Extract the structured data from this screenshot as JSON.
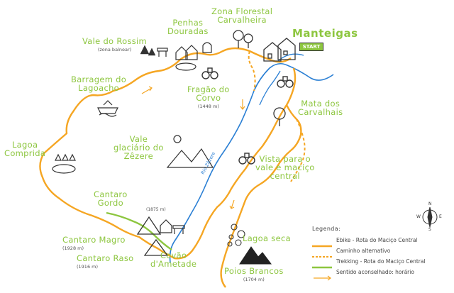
{
  "map": {
    "start_label": "Manteigas",
    "start_badge": "START",
    "river_label": "Rio Zêzere",
    "places": [
      {
        "id": "penhas",
        "name": "Penhas\nDouradas",
        "alt": ""
      },
      {
        "id": "zona-florestal",
        "name": "Zona Florestal\nCarvalheira",
        "alt": ""
      },
      {
        "id": "vale-rossim",
        "name": "Vale do Rossim",
        "alt": "(zona balnear)"
      },
      {
        "id": "barragem",
        "name": "Barragem do\nLagoacho",
        "alt": ""
      },
      {
        "id": "fragao",
        "name": "Fragão do\nCorvo",
        "alt": "(1448 m)"
      },
      {
        "id": "mata",
        "name": "Mata dos\nCarvalhais",
        "alt": ""
      },
      {
        "id": "vale-glaciario",
        "name": "Vale\nglaciário do\nZêzere",
        "alt": ""
      },
      {
        "id": "lagoa-comprida",
        "name": "Lagoa\nComprida",
        "alt": ""
      },
      {
        "id": "vista",
        "name": "Vista para o\nvale e maciço\ncentral",
        "alt": ""
      },
      {
        "id": "cantaro-gordo",
        "name": "Cantaro\nGordo",
        "alt": "(1875 m)"
      },
      {
        "id": "cantaro-magro",
        "name": "Cantaro Magro",
        "alt": "(1928 m)"
      },
      {
        "id": "cantaro-raso",
        "name": "Cantaro Raso",
        "alt": "(1916 m)"
      },
      {
        "id": "covao",
        "name": "Covão\nd'Ametade",
        "alt": ""
      },
      {
        "id": "lagoa-seca",
        "name": "Lagoa seca",
        "alt": ""
      },
      {
        "id": "poios",
        "name": "Poios Brancos",
        "alt": "(1704 m)"
      }
    ],
    "compass": {
      "n": "N",
      "s": "S",
      "e": "E",
      "w": "W"
    },
    "colors": {
      "route": "#f5a623",
      "alternative": "#f5a623",
      "trekking": "#8dc63f",
      "river": "#2a7fd4",
      "label": "#8dc63f"
    }
  },
  "legend": {
    "title": "Legenda:",
    "items": [
      {
        "kind": "ebike",
        "text": "Ebike - Rota do Maciço Central"
      },
      {
        "kind": "alternative",
        "text": "Caminho alternativo"
      },
      {
        "kind": "trekking",
        "text": "Trekking - Rota do Maciço Central"
      },
      {
        "kind": "direction",
        "text": "Sentido aconselhado: horário"
      }
    ]
  }
}
